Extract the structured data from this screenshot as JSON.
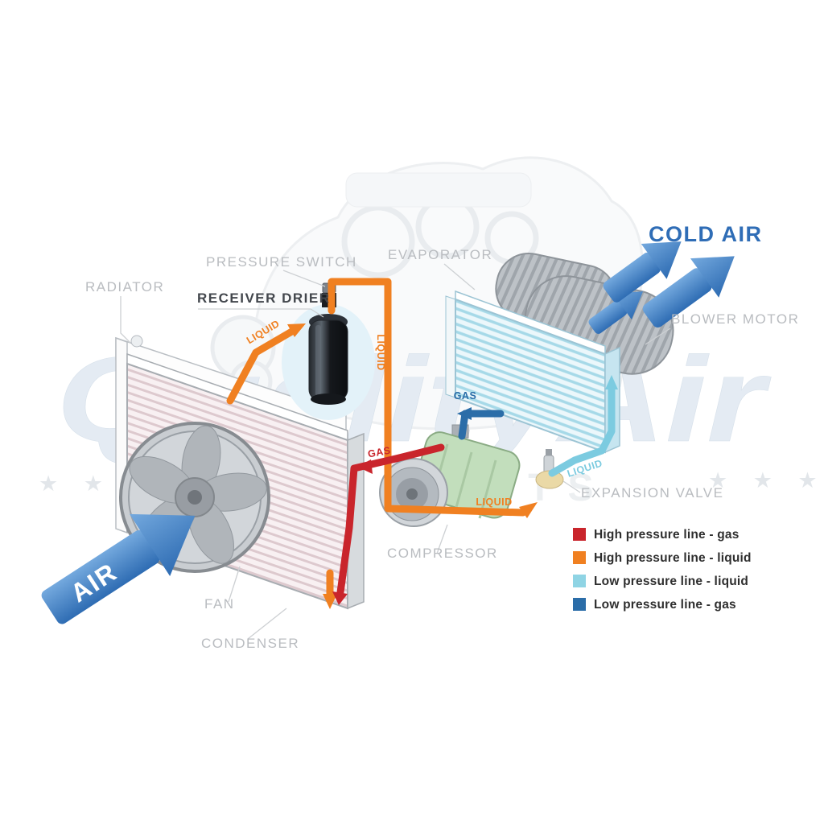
{
  "page": {
    "background": "#ffffff",
    "description": "Car air-conditioning system diagram"
  },
  "watermark": {
    "brand": "QualityAir",
    "tagline": "AUTO PARTS",
    "stars_left": "★ ★ ★",
    "stars_right": "★ ★ ★"
  },
  "labels": {
    "radiator": "RADIATOR",
    "pressure_switch": "PRESSURE SWITCH",
    "receiver_drier": "RECEIVER DRIER",
    "evaporator": "EVAPORATOR",
    "cold_air": "COLD AIR",
    "blower_motor": "BLOWER MOTOR",
    "expansion_valve": "EXPANSION VALVE",
    "compressor": "COMPRESSOR",
    "fan": "FAN",
    "condenser": "CONDENSER",
    "air": "AIR"
  },
  "line_labels": {
    "liquid_condenser_to_drier": "LIQUID",
    "liquid_drier_to_valve": "LIQUID",
    "gas_evaporator_to_compressor": "GAS",
    "gas_compressor_to_condenser": "GAS",
    "liquid_expansion_to_evaporator": "LIQUID",
    "liquid_to_expansion_valve": "LIQUID"
  },
  "legend": {
    "items": [
      {
        "label": "High pressure line - gas",
        "color": "#c9252c"
      },
      {
        "label": "High pressure line - liquid",
        "color": "#f08021"
      },
      {
        "label": "Low pressure line - liquid",
        "color": "#8fd4e4"
      },
      {
        "label": "Low pressure line -  gas",
        "color": "#2b6da8"
      }
    ]
  },
  "colors": {
    "high_pressure_gas": "#c9252c",
    "high_pressure_liquid": "#f08021",
    "low_pressure_liquid": "#7ccbe0",
    "low_pressure_gas": "#2b6da8",
    "cold_air_text": "#2f6db6",
    "air_arrow": "#3c7cc0",
    "label_gray": "#b9bcc0",
    "receiver_drier_label": "#43474d"
  }
}
